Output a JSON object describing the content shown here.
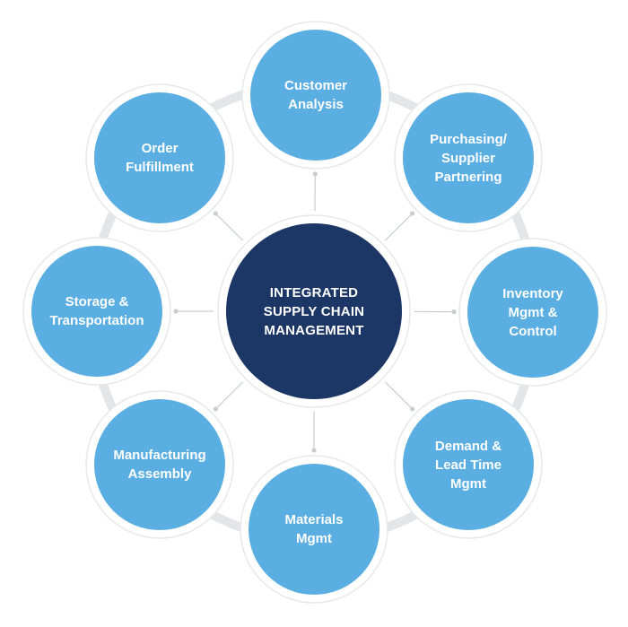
{
  "center": {
    "label": "INTEGRATED\nSUPPLY CHAIN\nMANAGEMENT"
  },
  "nodes": [
    {
      "id": "customer-analysis",
      "label": "Customer\nAnalysis"
    },
    {
      "id": "purchasing-supplier-partnering",
      "label": "Purchasing/\nSupplier\nPartnering"
    },
    {
      "id": "inventory-mgmt-control",
      "label": "Inventory\nMgmt &\nControl"
    },
    {
      "id": "demand-lead-time-mgmt",
      "label": "Demand &\nLead Time\nMgmt"
    },
    {
      "id": "materials-mgmt",
      "label": "Materials\nMgmt"
    },
    {
      "id": "manufacturing-assembly",
      "label": "Manufacturing\nAssembly"
    },
    {
      "id": "storage-transportation",
      "label": "Storage &\nTransportation"
    },
    {
      "id": "order-fulfillment",
      "label": "Order\nFulfillment"
    }
  ],
  "colors": {
    "node_fill": "#5aaee2",
    "center_fill": "#1c3665",
    "text": "#ffffff",
    "ring": "#e3e5e8"
  }
}
